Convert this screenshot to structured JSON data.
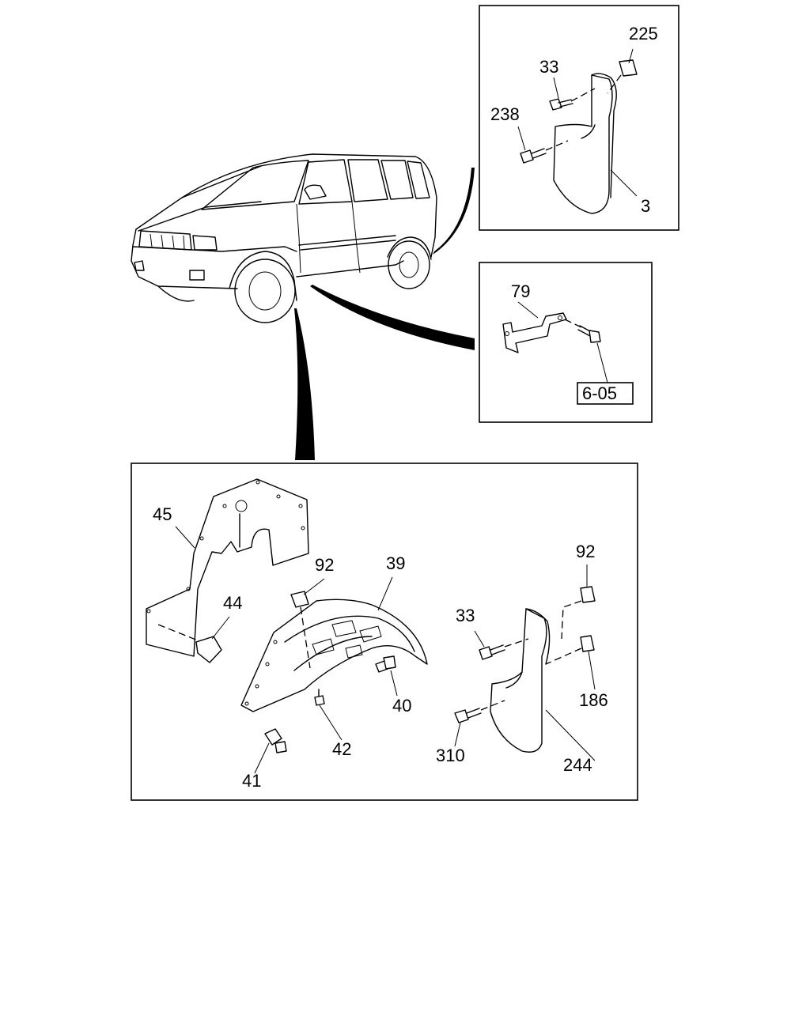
{
  "callouts": {
    "p225": "225",
    "p33_top": "33",
    "p238": "238",
    "p3": "3",
    "p79": "79",
    "ref_6_05": "6-05",
    "p45": "45",
    "p92_mid": "92",
    "p39": "39",
    "p44": "44",
    "p40": "40",
    "p42": "42",
    "p41": "41",
    "p33_bottom": "33",
    "p92_right": "92",
    "p186": "186",
    "p310": "310",
    "p244": "244"
  }
}
